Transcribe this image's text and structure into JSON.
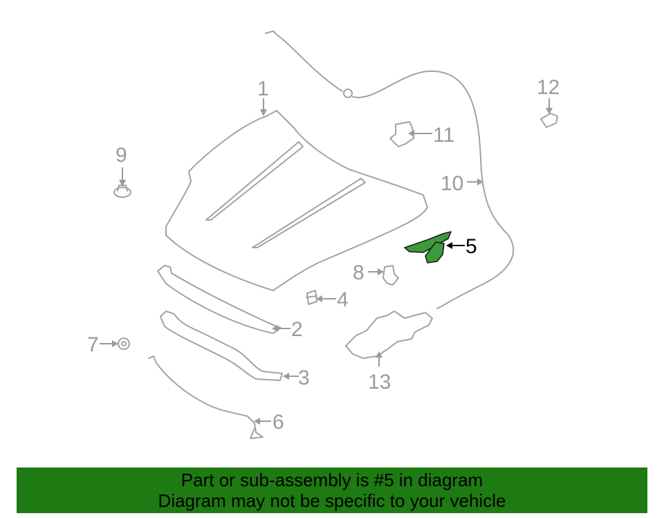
{
  "diagram": {
    "callouts": {
      "hood": "1",
      "hood_seal": "2",
      "seal_retainer": "3",
      "bumper_stop": "4",
      "hinge": "5",
      "prop_rod": "6",
      "grommet": "7",
      "clip": "8",
      "nut": "9",
      "release_cable": "10",
      "cable_bracket": "11",
      "insulator_clip": "12",
      "latch": "13"
    },
    "highlighted_part": "5"
  },
  "colors": {
    "highlight": "#3c9a3c",
    "banner_background": "#1e7a12",
    "line_art": "#a2a2a2"
  },
  "banner": {
    "line1": "Part or sub-assembly is #5 in diagram",
    "line2": "Diagram may not be specific to your vehicle"
  }
}
